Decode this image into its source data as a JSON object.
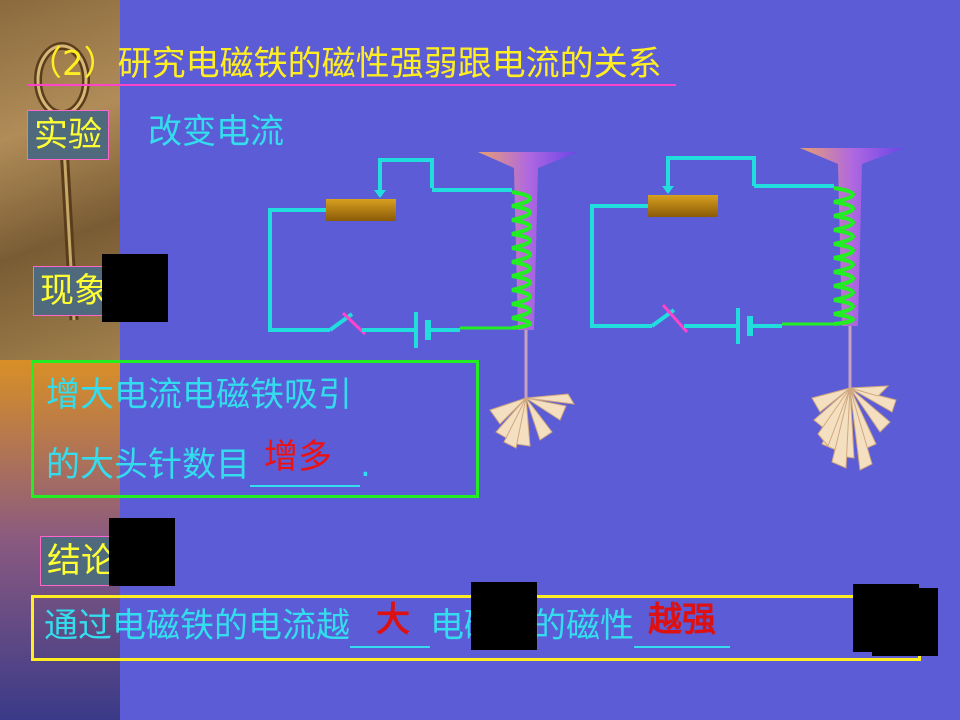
{
  "slide": {
    "title": "（2）研究电磁铁的磁性强弱跟电流的关系",
    "experiment_label": "实验",
    "experiment_text": "改变电流",
    "observation_label": "现象",
    "observation_line1": "增大电流电磁铁吸引",
    "observation_line2_prefix": "的大头针数目",
    "observation_answer": "增多",
    "observation_line2_suffix": ".",
    "conclusion_label": "结论",
    "conclusion_part1": "通过电磁铁的电流越",
    "conclusion_answer1": "大",
    "conclusion_part2": "电磁铁的磁性",
    "conclusion_answer2": "越强"
  },
  "colors": {
    "background": "#5c5cd6",
    "title": "#ffee22",
    "body_text": "#33ddee",
    "answer": "#ee1111",
    "wire": "#22dddd",
    "coil": "#22ee22",
    "tag_bg": "#4e6a7c",
    "tag_text": "#ffff33"
  }
}
